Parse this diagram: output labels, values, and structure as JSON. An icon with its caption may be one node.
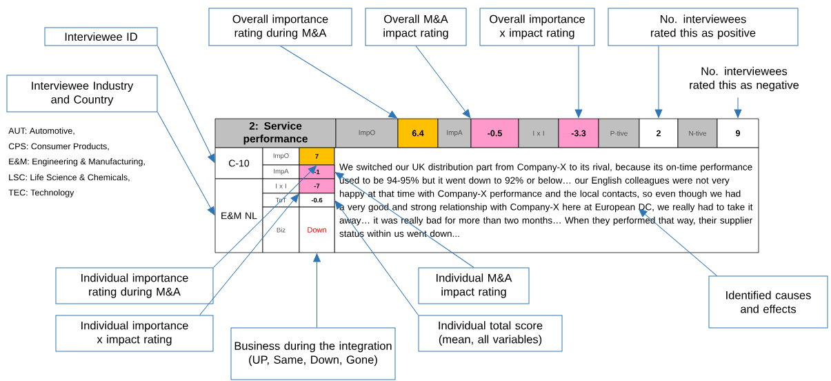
{
  "diagram": {
    "nodes": [
      {
        "text": [
          "Overall importance rating during M&A"
        ]
      },
      {
        "text": [
          "Overall M&A impact rating"
        ]
      },
      {
        "text": [
          "Overall importance x impact rating"
        ]
      },
      {
        "text": [
          "No. interviewees rated this as positive"
        ]
      },
      {
        "text": [
          "Interviewee ID"
        ]
      },
      {
        "text": [
          "No. interviewees rated this as negative"
        ]
      },
      {
        "text": [
          "Interviewee Industry and Country"
        ]
      },
      {
        "text": [
          "2: Service performance"
        ]
      },
      {
        "text": [
          "ImpO"
        ]
      },
      {
        "text": [
          "6.4"
        ]
      },
      {
        "text": [
          "ImpA"
        ]
      },
      {
        "text": [
          "-0.5"
        ]
      },
      {
        "text": [
          "I x I"
        ]
      },
      {
        "text": [
          "-3.3"
        ]
      },
      {
        "text": [
          "P-tive"
        ]
      },
      {
        "text": [
          "2"
        ]
      },
      {
        "text": [
          "N-tive"
        ]
      },
      {
        "text": [
          "9"
        ]
      },
      {
        "text": [
          "C-10"
        ]
      },
      {
        "text": [
          "ImpO"
        ]
      },
      {
        "text": [
          "7"
        ]
      },
      {
        "text": [
          "We switched our UK distribution part from Company-X to its rival, because its on-time performance used to be 94-95% but it went down to 92% or below… our English colleagues were not very happy at that time with Company-X performance and the local contacts, so even though we had a very good and strong relationship with Company-X here at European DC, we really had to take it away… it was really bad for more than two months… When they performed that way, their supplier status within us went down..."
        ]
      },
      {
        "text": [
          "ImpA"
        ]
      },
      {
        "text": [
          "-1"
        ]
      },
      {
        "text": [
          "E&M NL"
        ]
      },
      {
        "text": [
          "I x I"
        ]
      },
      {
        "text": [
          "-7"
        ]
      },
      {
        "text": [
          "ToT"
        ]
      },
      {
        "text": [
          "-0.6"
        ]
      },
      {
        "text": [
          "Biz"
        ]
      },
      {
        "text": [
          "Down"
        ]
      },
      {
        "text": [
          "Individual importance rating during M&A"
        ]
      },
      {
        "text": [
          "Individual M&A impact rating"
        ]
      },
      {
        "text": [
          "Identified causes and effects"
        ]
      },
      {
        "text": [
          "Individual importance x impact rating"
        ]
      },
      {
        "text": [
          "Individual total score (mean, all variables)"
        ]
      },
      {
        "text": [
          "Business during the integration (UP, Same, Down, Gone)"
        ]
      }
    ],
    "edges": [
      {
        "from": 4,
        "to": 18,
        "arrow": "to"
      },
      {
        "from": 6,
        "to": 24,
        "arrow": "to"
      },
      {
        "from": 0,
        "to": 9,
        "arrow": "to"
      },
      {
        "from": 1,
        "to": 11,
        "arrow": "to"
      },
      {
        "from": 2,
        "to": 13,
        "arrow": "to"
      },
      {
        "from": 3,
        "to": 15,
        "arrow": "to"
      },
      {
        "from": 5,
        "to": 17,
        "arrow": "to"
      },
      {
        "from": 31,
        "to": 20,
        "arrow": "to"
      },
      {
        "from": 34,
        "to": 26,
        "arrow": "to"
      },
      {
        "from": 36,
        "to": 30,
        "arrow": "to"
      },
      {
        "from": 32,
        "to": 23,
        "arrow": "to"
      },
      {
        "from": 35,
        "to": 28,
        "arrow": "to"
      },
      {
        "from": 33,
        "to": 21,
        "arrow": "to"
      }
    ],
    "labels": [
      "AUT: Automotive,",
      "CPS: Consumer Products,",
      "E&M: Engineering & Manufacturing,",
      "LSC: Life Science & Chemicals,",
      "TEC: Technology"
    ]
  }
}
